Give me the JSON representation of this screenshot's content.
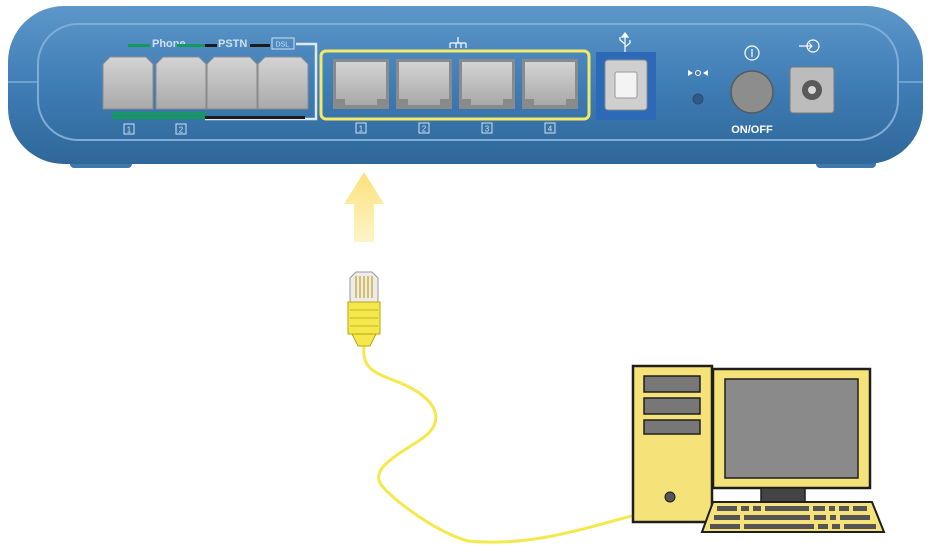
{
  "router": {
    "phone_label": "Phone",
    "pstn_label": "PSTN",
    "dsl_label": "DSL",
    "onoff_label": "ON/OFF",
    "phone_port_numbers": [
      "1",
      "2"
    ],
    "lan_port_numbers": [
      "1",
      "2",
      "3",
      "4"
    ],
    "body_color": "#3f7db5",
    "lan_highlight_color": "#f2ea66",
    "phone_line_color": "#149a5a",
    "pstn_line_color": "#1c1c1c",
    "dsl_line_color": "#dfe8f2"
  },
  "icons": {
    "lan": "network-icon",
    "usb": "usb-icon",
    "led": "led-indicator-icon",
    "power": "power-icon",
    "dc_in": "dc-input-icon"
  },
  "arrow_color": "#fbe17a",
  "cable_color": "#f5e84c",
  "computer": {
    "case_color": "#f5e37a",
    "screen_color": "#8a8a8a",
    "outline_color": "#1e1e1e"
  }
}
